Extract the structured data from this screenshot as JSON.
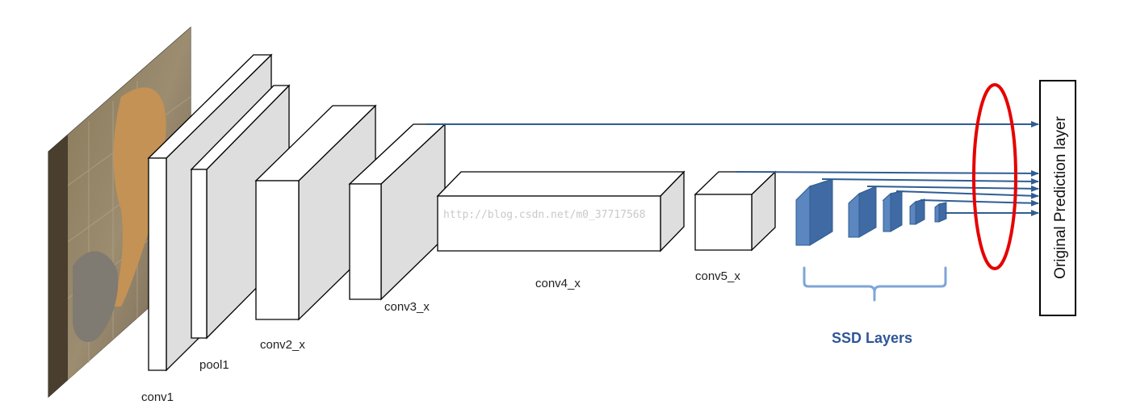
{
  "labels": {
    "conv1": "conv1",
    "pool1": "pool1",
    "conv2": "conv2_x",
    "conv3": "conv3_x",
    "conv4": "conv4_x",
    "conv5": "conv5_x",
    "ssd": "SSD Layers",
    "prediction": "Original Prediction layer"
  },
  "watermark": "http://blog.csdn.net/m0_37717568",
  "colors": {
    "arrow": "#2f5d92",
    "ssd_front": "#5b86bf",
    "ssd_side": "#3f6aa3",
    "ssd_top": "#8fb0da",
    "bracket": "#7ea6d6",
    "ssd_label": "#2f5597",
    "highlight": "#e60000",
    "block_front": "#ffffff",
    "block_side": "#dedede",
    "block_top": "#ffffff"
  }
}
